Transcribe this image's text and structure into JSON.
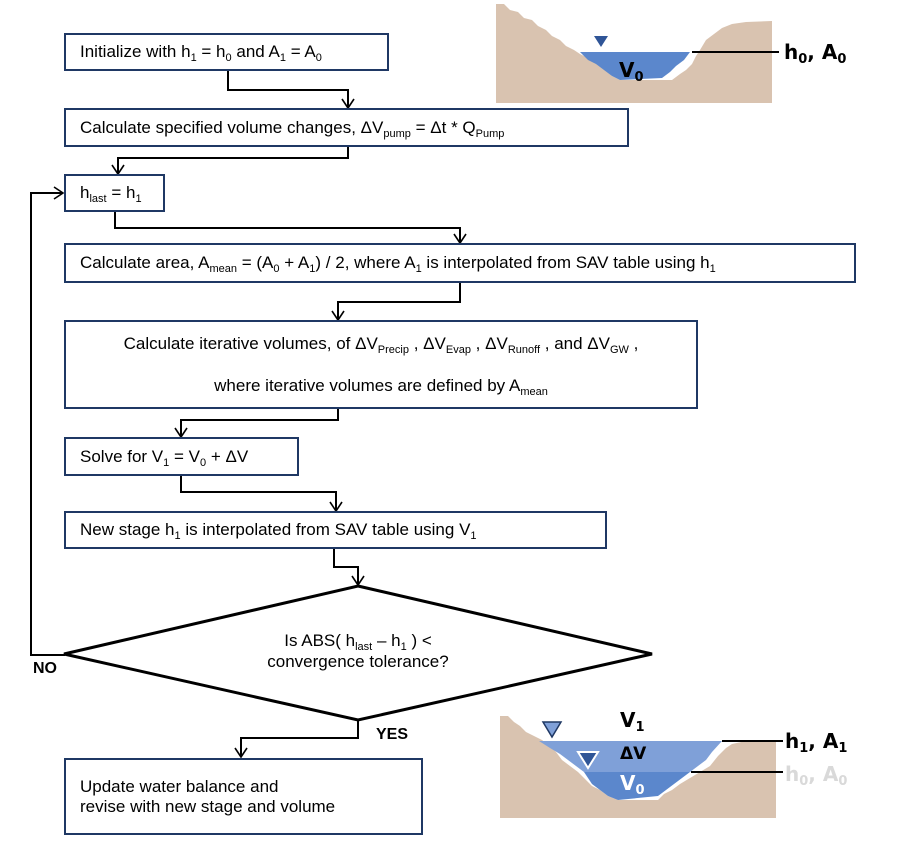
{
  "steps": {
    "init": {
      "pre": "Initialize with h",
      "s1": "1",
      "mid1": " = h",
      "s2": "0",
      "mid2": " and A",
      "s3": "1",
      "mid3": " = A",
      "s4": "0"
    },
    "pump": {
      "pre": "Calculate specified volume changes,  ΔV",
      "s1": "pump",
      "mid1": " = Δt * Q",
      "s2": "Pump"
    },
    "hlast": {
      "pre": "h",
      "s1": "last",
      "mid1": " = h",
      "s2": "1"
    },
    "area": {
      "pre": "Calculate area,  A",
      "s1": "mean",
      "mid1": " = (A",
      "s2": "0",
      "mid2": " + A",
      "s3": "1",
      "mid3": ") / 2, where A",
      "s4": "1",
      "mid4": " is interpolated from SAV table using h",
      "s5": "1"
    },
    "iter": {
      "l1pre": "Calculate iterative volumes, of  ΔV",
      "l1s1": "Precip",
      "l1m1": " , ΔV",
      "l1s2": "Evap",
      "l1m2": " , ΔV",
      "l1s3": "Runoff",
      "l1m3": " , and ΔV",
      "l1s4": "GW",
      "l1m4": " ,",
      "l2pre": "where iterative volumes are defined by A",
      "l2s1": "mean"
    },
    "solve": {
      "pre": "Solve for V",
      "s1": "1",
      "mid1": " = V",
      "s2": "0",
      "mid2": " + ΔV"
    },
    "stage": {
      "pre": "New stage h",
      "s1": "1",
      "mid1": " is interpolated from SAV table using V",
      "s2": "1"
    },
    "decision": {
      "l1pre": "Is ABS(  h",
      "l1s1": "last",
      "l1m1": " – h",
      "l1s2": "1",
      "l1m2": "    ) <",
      "l2": "convergence tolerance?"
    },
    "update": {
      "l1": "Update water balance and",
      "l2": "revise with new stage and volume"
    }
  },
  "branch_labels": {
    "no": "NO",
    "yes": "YES"
  },
  "figures": {
    "top": {
      "volume": "V",
      "volume_sub": "0",
      "level": "h",
      "level_sub": "0",
      "area": ", A",
      "area_sub": "0"
    },
    "bottom": {
      "new_volume": "V",
      "new_volume_sub": "1",
      "delta": "ΔV",
      "old_volume": "V",
      "old_volume_sub": "0",
      "new_level": "h",
      "new_level_sub": "1",
      "new_area": ", A",
      "new_area_sub": "1",
      "old_level": "h",
      "old_level_sub": "0",
      "old_area": ", A",
      "old_area_sub": "0"
    }
  },
  "colors": {
    "box_border": "#1f3864",
    "ground": "#d9c3b0",
    "water": "#5b87cc",
    "water_new": "#7fa0d8",
    "marker": "#2f5597",
    "faded_text": "#d9d9d9"
  }
}
